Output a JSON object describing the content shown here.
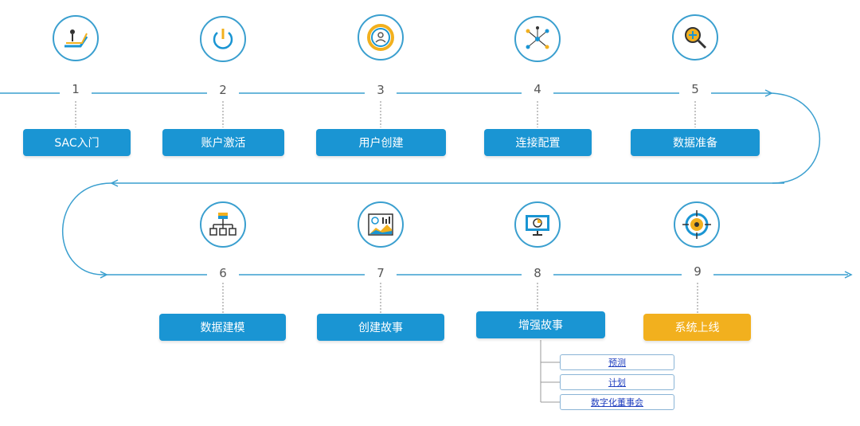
{
  "steps": [
    {
      "num": "1",
      "label": "SAC入门",
      "icon": "escalator-icon"
    },
    {
      "num": "2",
      "label": "账户激活",
      "icon": "power-icon"
    },
    {
      "num": "3",
      "label": "用户创建",
      "icon": "user-icon"
    },
    {
      "num": "4",
      "label": "连接配置",
      "icon": "network-icon"
    },
    {
      "num": "5",
      "label": "数据准备",
      "icon": "magnifier-icon"
    },
    {
      "num": "6",
      "label": "数据建模",
      "icon": "hierarchy-icon"
    },
    {
      "num": "7",
      "label": "创建故事",
      "icon": "dashboard-icon"
    },
    {
      "num": "8",
      "label": "增强故事",
      "icon": "monitor-chart-icon"
    },
    {
      "num": "9",
      "label": "系统上线",
      "icon": "target-icon"
    }
  ],
  "sub_items": [
    "预测",
    "计划",
    "数字化董事会"
  ],
  "colors": {
    "line": "#3a9fcf",
    "button": "#1a95d3",
    "final_button": "#f2b01e",
    "link": "#1f3fbf"
  }
}
